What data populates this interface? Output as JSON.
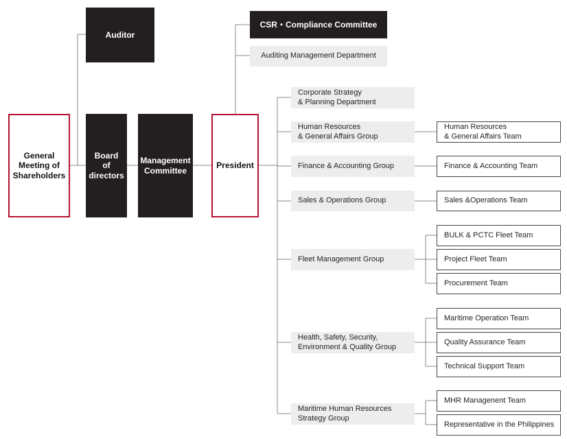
{
  "chart": {
    "shareholders": "General\nMeeting of\nShareholders",
    "auditor": "Auditor",
    "board": "Board\nof\ndirectors",
    "management_committee": "Management\nCommittee",
    "president": "President",
    "csr": "CSR・Compliance Committee",
    "auditing": "Auditing Management Department",
    "corporate_strategy": "Corporate Strategy\n & Planning Department",
    "groups": [
      {
        "label": "Human Resources\n & General Affairs Group",
        "teams": [
          "Human Resources\n & General Affairs Team"
        ]
      },
      {
        "label": "Finance & Accounting Group",
        "teams": [
          "Finance & Accounting Team"
        ]
      },
      {
        "label": "Sales  & Operations Group",
        "teams": [
          "Sales  &Operations Team"
        ]
      },
      {
        "label": "Fleet Management Group",
        "teams": [
          "BULK & PCTC Fleet Team",
          "Project Fleet Team",
          "Procurement Team"
        ]
      },
      {
        "label": "Health, Safety, Security,\nEnvironment & Quality Group",
        "teams": [
          "Maritime Operation Team",
          "Quality Assurance Team",
          "Technical Support Team"
        ]
      },
      {
        "label": "Maritime Human Resources\nStrategy Group",
        "teams": [
          "MHR Managenent Team",
          "Representative in the Philippines"
        ]
      }
    ]
  },
  "colors": {
    "accent_red": "#b3122e",
    "dark_box": "#231f20",
    "grey_box": "#ededed",
    "line": "#888888"
  }
}
